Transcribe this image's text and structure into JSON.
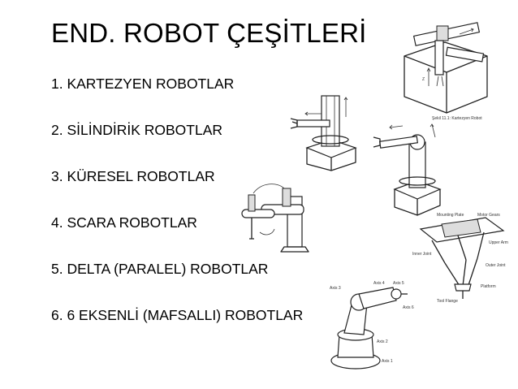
{
  "slide": {
    "title": "END. ROBOT ÇEŞİTLERİ",
    "items": [
      "1. KARTEZYEN ROBOTLAR",
      "2. SİLİNDİRİK ROBOTLAR",
      "3. KÜRESEL ROBOTLAR",
      "4. SCARA ROBOTLAR",
      "5. DELTA (PARALEL) ROBOTLAR",
      "6. 6 EKSENLİ (MAFSALLI) ROBOTLAR"
    ]
  },
  "illustrations": {
    "cartesian_caption": "Şekil 11.1: Kartezyen Robot",
    "cartesian_axis": "Z",
    "delta_labels": [
      "Mounting Plate",
      "Motor Gears",
      "Upper Arm",
      "Inner Joint",
      "Outer Joint",
      "Platform",
      "Tool Flange"
    ],
    "articulated_labels": [
      "Axis 3",
      "Axis 4",
      "Axis 5",
      "Axis 6",
      "Axis 2",
      "Axis 1"
    ]
  }
}
